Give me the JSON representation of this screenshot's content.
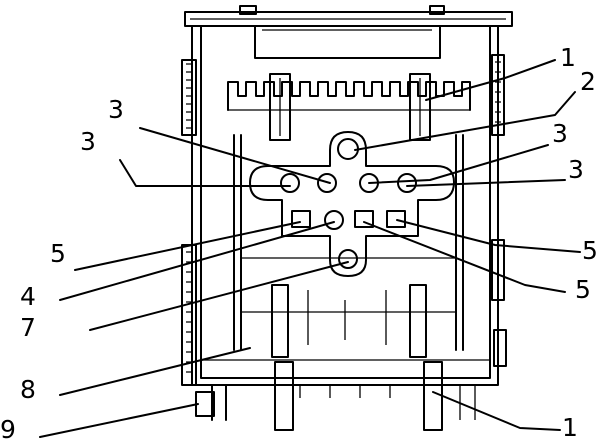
{
  "figure": {
    "callouts": [
      {
        "label": "1"
      },
      {
        "label": "2"
      },
      {
        "label": "3"
      },
      {
        "label": "3"
      },
      {
        "label": "3"
      },
      {
        "label": "3"
      },
      {
        "label": "5"
      },
      {
        "label": "5"
      },
      {
        "label": "4"
      },
      {
        "label": "5"
      },
      {
        "label": "7"
      },
      {
        "label": "8"
      },
      {
        "label": "9"
      },
      {
        "label": "1"
      }
    ]
  }
}
